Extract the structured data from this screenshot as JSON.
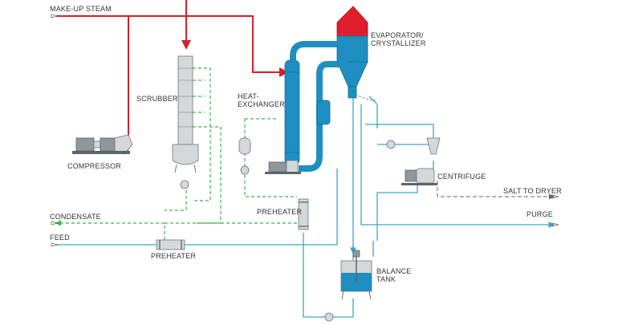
{
  "labels": {
    "makeup_steam": "MAKE-UP STEAM",
    "evaporator_line1": "EVAPORATOR/",
    "evaporator_line2": "CRYSTALLIZER",
    "scrubber": "SCRUBBER",
    "heat_exchanger_line1": "HEAT-",
    "heat_exchanger_line2": "EXCHANGER",
    "compressor": "COMPRESSOR",
    "centrifuge": "CENTRIFUGE",
    "salt_to_dryer": "SALT TO DRYER",
    "purge": "PURGE",
    "condensate": "CONDENSATE",
    "feed": "FEED",
    "preheater_right": "PREHEATER",
    "preheater_bottom": "PREHEATER",
    "balance_tank_line1": "BALANCE",
    "balance_tank_line2": "TANK"
  },
  "colors": {
    "steam_vapor": "#d4202a",
    "process_liquid": "#3aa6cf",
    "condensate": "#3db34a",
    "equipment_blue": "#1f8fc2",
    "equipment_grey": "#d5d8da",
    "salt_line": "#9b6fb0"
  }
}
